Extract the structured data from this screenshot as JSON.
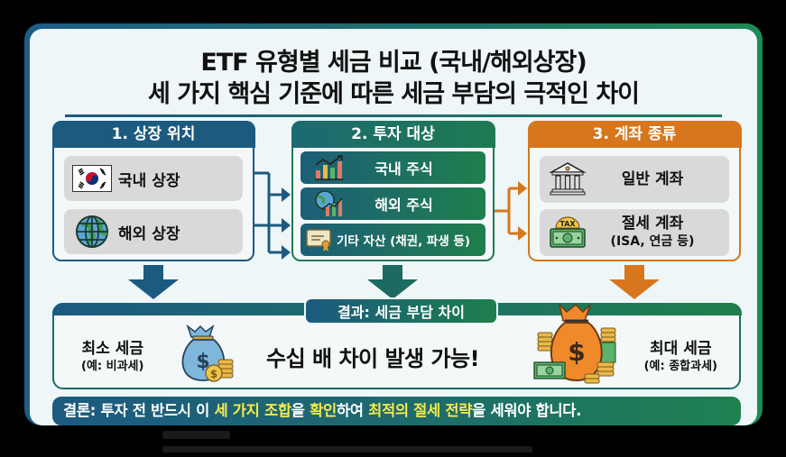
{
  "title": {
    "line1": "ETF 유형별 세금 비교 (국내/해외상장)",
    "line2": "세 가지 핵심 기준에 따른 세금 부담의 극적인 차이"
  },
  "colors": {
    "blue": "#1c5a80",
    "green": "#1f7a55",
    "orange": "#d7761d",
    "highlight": "#f5ea4a",
    "background": "#eef6f8"
  },
  "criteria": [
    {
      "header": "1. 상장 위치",
      "items": [
        {
          "label": "국내 상장",
          "icon": "korea-flag-icon"
        },
        {
          "label": "해외 상장",
          "icon": "globe-icon"
        }
      ]
    },
    {
      "header": "2. 투자 대상",
      "items": [
        {
          "label": "국내 주식",
          "icon": "bar-chart-icon"
        },
        {
          "label": "해외 주식",
          "icon": "globe-chart-icon"
        },
        {
          "label": "기타 자산 (채권, 파생 등)",
          "icon": "certificate-icon"
        }
      ]
    },
    {
      "header": "3. 계좌 종류",
      "items": [
        {
          "label": "일반 계좌",
          "sub": "",
          "icon": "bank-icon"
        },
        {
          "label": "절세 계좌",
          "sub": "(ISA, 연금 등)",
          "icon": "tax-money-icon",
          "icon_text": "TAX"
        }
      ]
    }
  ],
  "result": {
    "header": "결과: 세금 부담 차이",
    "min_label": "최소 세금",
    "min_example": "(예: 비과세)",
    "center": "수십 배 차이 발생 가능!",
    "max_label": "최대 세금",
    "max_example": "(예: 종합과세)"
  },
  "conclusion": {
    "p1": "결론: 투자 전 반드시 이 ",
    "h1": "세 가지 조합",
    "p2": "을 ",
    "h2": "확인",
    "p3": "하여 ",
    "h3": "최적의 절세 전략",
    "p4": "을 세워야 합니다."
  }
}
